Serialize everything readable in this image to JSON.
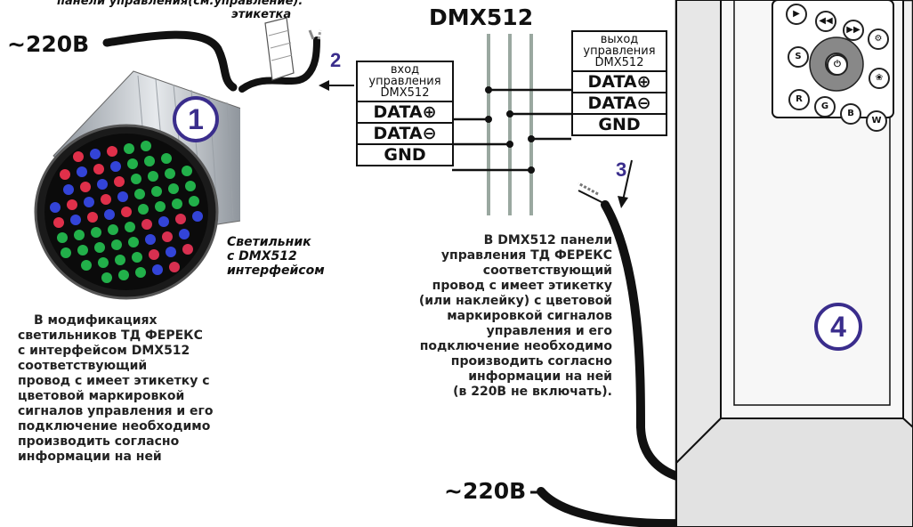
{
  "top_cut_text": "панели управления(см.управление).",
  "label_tag": "этикетка",
  "power_left": "~220В",
  "power_bottom": "~220В",
  "dmx_title": "DMX512",
  "numbers": {
    "one": "1",
    "two": "2",
    "three": "3",
    "four": "4"
  },
  "input_box": {
    "header": [
      "вход",
      "управления",
      "DMX512"
    ],
    "rows": [
      "DATA⊕",
      "DATA⊖",
      "GND"
    ]
  },
  "output_box": {
    "header": [
      "выход",
      "управления",
      "DMX512"
    ],
    "rows": [
      "DATA⊕",
      "DATA⊖",
      "GND"
    ]
  },
  "lamp_caption": [
    "Светильник",
    "с DMX512",
    "интерфейсом"
  ],
  "left_paragraph": [
    "В модификациях",
    "светильников ТД ФЕРЕКС",
    "с интерфейсом DMX512",
    "соответствующий",
    "провод с имеет этикетку с",
    "цветовой маркировкой",
    "сигналов управления и его",
    "подключение необходимо",
    "производить согласно",
    "информации на ней"
  ],
  "center_paragraph": [
    "В DMX512 панели",
    "управления ТД ФЕРЕКС",
    "соответствующий",
    "провод с имеет этикетку",
    "(или наклейку) с цветовой",
    "маркировкой сигналов",
    "управления и его",
    "подключение необходимо",
    "производить согласно",
    "информации на ней",
    "(в 220В не включать)."
  ],
  "panel_buttons": [
    "S",
    "R",
    "G",
    "B",
    "W"
  ],
  "icons": [
    "led-lamp-icon",
    "cable-icon",
    "power-button-icon",
    "fan-icon",
    "play-icon",
    "rewind-icon",
    "forward-icon",
    "settings-icon"
  ]
}
